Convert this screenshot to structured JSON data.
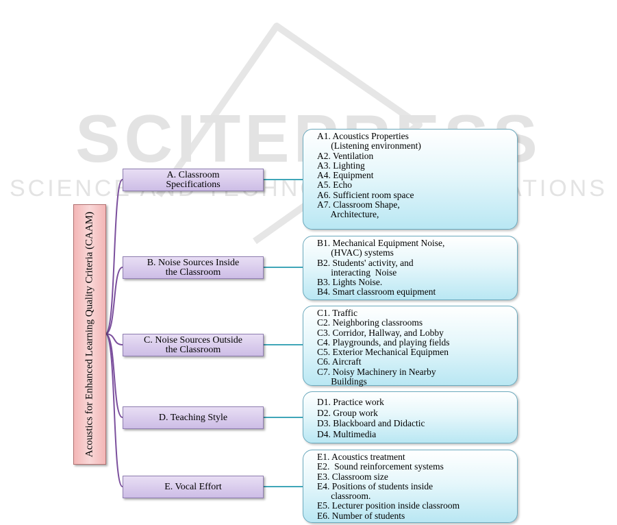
{
  "watermark": {
    "main": "SCITEPRESS",
    "sub": "SCIENCE AND TECHNOLOGY PUBLICATIONS"
  },
  "colors": {
    "connector": "#7b4f9d",
    "link": "#3fa6b8",
    "root_fill": "#f5c6c6",
    "category_fill": "#d9cdee",
    "criteria_fill": "#cdeff7"
  },
  "root": {
    "label": "Acoustics for Enhanced Learning Quality Criteria (CAAM)"
  },
  "categories": [
    {
      "label": "A. Classroom\nSpecifications",
      "items": [
        "A1. Acoustics Properties",
        "      (Listening environment)",
        "A2. Ventilation",
        "A3. Lighting",
        "A4. Equipment",
        "A5. Echo",
        "A6. Sufficient room space",
        "A7. Classroom Shape,",
        "      Architecture,"
      ]
    },
    {
      "label": "B. Noise Sources Inside\nthe Classroom",
      "items": [
        "B1. Mechanical Equipment Noise,",
        "      (HVAC) systems",
        "B2. Students' activity, and",
        "      interacting  Noise",
        "B3. Lights Noise.",
        "B4. Smart classroom equipment"
      ]
    },
    {
      "label": "C. Noise Sources Outside\nthe Classroom",
      "items": [
        "C1. Traffic",
        "C2. Neighboring classrooms",
        "C3. Corridor, Hallway, and Lobby",
        "C4. Playgrounds, and playing fields",
        "C5. Exterior Mechanical Equipmen",
        "C6. Aircraft",
        "C7. Noisy Machinery in Nearby",
        "      Buildings"
      ]
    },
    {
      "label": "D. Teaching Style",
      "items": [
        "D1. Practice work",
        "D2. Group work",
        "D3. Blackboard and Didactic",
        "D4. Multimedia"
      ]
    },
    {
      "label": "E. Vocal Effort",
      "items": [
        "E1. Acoustics treatment",
        "E2.  Sound reinforcement systems",
        "E3. Classroom size",
        "E4. Positions of students inside",
        "      classroom.",
        "E5. Lecturer position inside classroom",
        "E6. Number of students"
      ]
    }
  ]
}
